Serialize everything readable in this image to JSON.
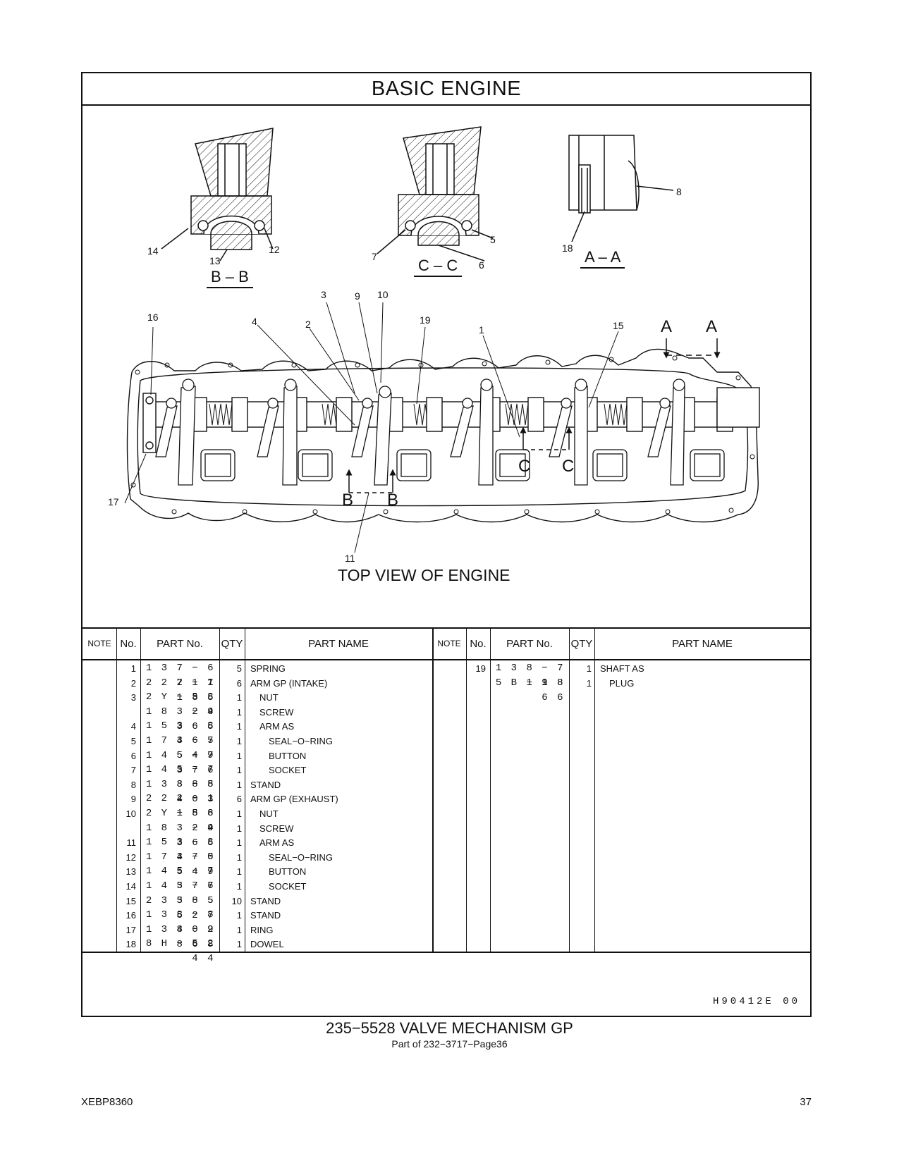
{
  "header": {
    "title": "BASIC   ENGINE"
  },
  "sections": {
    "bb": "B – B",
    "cc": "C – C",
    "aa": "A – A"
  },
  "callouts": {
    "c1": "1",
    "c2": "2",
    "c3": "3",
    "c4": "4",
    "c5": "5",
    "c6": "6",
    "c7": "7",
    "c8": "8",
    "c9": "9",
    "c10": "10",
    "c11": "11",
    "c12": "12",
    "c13": "13",
    "c14": "14",
    "c15": "15",
    "c16": "16",
    "c17": "17",
    "c18": "18",
    "c19": "19"
  },
  "view_marks": {
    "a_left": "A",
    "a_right": "A",
    "b_left": "B",
    "b_right": "B",
    "c_left": "C",
    "c_right": "C"
  },
  "caption": "TOP  VIEW  OF  ENGINE",
  "table": {
    "headers": {
      "note": "NOTE",
      "no": "No.",
      "part_no": "PART No.",
      "qty": "QTY",
      "part_name": "PART NAME"
    },
    "left_rows": [
      {
        "no": "1",
        "part": "1 3 7 − 6 7 1 7",
        "qty": "5",
        "name": "SPRING",
        "indent": 0
      },
      {
        "no": "2",
        "part": "2 2 2 − 1 1 8 5",
        "qty": "6",
        "name": "ARM  GP (INTAKE)",
        "indent": 0
      },
      {
        "no": "3",
        "part": "2 Y − 5 8 2 9",
        "qty": "1",
        "name": "NUT",
        "indent": 1
      },
      {
        "no": "",
        "part": "1 8 3 − 4 3 6 5",
        "qty": "1",
        "name": "SCREW",
        "indent": 1
      },
      {
        "no": "4",
        "part": "1 5 3 − 8 4 6 7",
        "qty": "1",
        "name": "ARM  AS",
        "indent": 1
      },
      {
        "no": "5",
        "part": "1 7 3 − 5 5 4 9",
        "qty": "1",
        "name": "SEAL−O−RING",
        "indent": 2
      },
      {
        "no": "6",
        "part": "1 4 5 − 7 3 7 6",
        "qty": "1",
        "name": "BUTTON",
        "indent": 2
      },
      {
        "no": "7",
        "part": "1 4 5 − 7 3 8 5",
        "qty": "1",
        "name": "SOCKET",
        "indent": 2
      },
      {
        "no": "8",
        "part": "1 3 8 − 8 4 0 3",
        "qty": "1",
        "name": "STAND",
        "indent": 0
      },
      {
        "no": "9",
        "part": "2 2 2 − 1 1 8 6",
        "qty": "6",
        "name": "ARM  GP (EXHAUST)",
        "indent": 0
      },
      {
        "no": "10",
        "part": "2 Y − 5 8 2 9",
        "qty": "1",
        "name": "NUT",
        "indent": 1
      },
      {
        "no": "",
        "part": "1 8 3 − 4 3 6 5",
        "qty": "1",
        "name": "SCREW",
        "indent": 1
      },
      {
        "no": "11",
        "part": "1 5 3 − 8 4 7 0",
        "qty": "1",
        "name": "ARM  AS",
        "indent": 1
      },
      {
        "no": "12",
        "part": "1 7 3 − 5 5 4 9",
        "qty": "1",
        "name": "SEAL−O−RING",
        "indent": 2
      },
      {
        "no": "13",
        "part": "1 4 5 − 7 3 7 6",
        "qty": "1",
        "name": "BUTTON",
        "indent": 2
      },
      {
        "no": "14",
        "part": "1 4 5 − 7 3 8 5",
        "qty": "1",
        "name": "SOCKET",
        "indent": 2
      },
      {
        "no": "15",
        "part": "2 3 5 − 5 5 2 7",
        "qty": "10",
        "name": "STAND",
        "indent": 0
      },
      {
        "no": "16",
        "part": "1 3 8 − 8 4 0 2",
        "qty": "1",
        "name": "STAND",
        "indent": 0
      },
      {
        "no": "17",
        "part": "1 3 8 − 9 8 6 8",
        "qty": "1",
        "name": "RING",
        "indent": 0
      },
      {
        "no": "18",
        "part": "8 H − 5 2 4 4",
        "qty": "1",
        "name": "DOWEL",
        "indent": 0
      }
    ],
    "right_rows": [
      {
        "no": "19",
        "part": "1 3 8 − 7 1 9 8",
        "qty": "1",
        "name": "SHAFT  AS",
        "indent": 0
      },
      {
        "no": "",
        "part": "5 B − 1 8 6 6",
        "qty": "1",
        "name": "PLUG",
        "indent": 1
      }
    ]
  },
  "illustration_code": "H90412E   00",
  "footer": {
    "title": "235−5528  VALVE  MECHANISM  GP",
    "subtitle": "Part of 232−3717−Page36",
    "doc_id": "XEBP8360",
    "page": "37"
  }
}
